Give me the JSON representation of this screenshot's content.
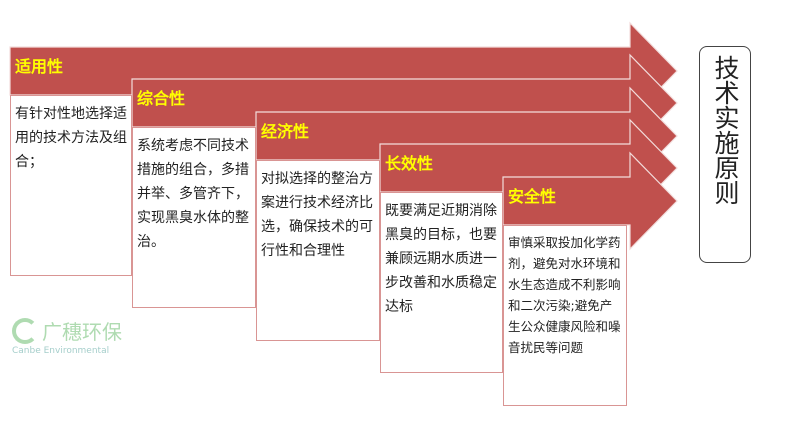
{
  "colors": {
    "arrow": "#c0504d",
    "header_text": "#ffff00",
    "box_border": "#d99594"
  },
  "title": "技术实施原则",
  "principles": [
    {
      "label": "适用性",
      "text": "有针对性地选择适用的技术方法及组合；"
    },
    {
      "label": "综合性",
      "text": "系统考虑不同技术措施的组合，多措并举、多管齐下，实现黑臭水体的整治。"
    },
    {
      "label": "经济性",
      "text": "对拟选择的整治方案进行技术经济比选，确保技术的可行性和合理性"
    },
    {
      "label": "长效性",
      "text": "既要满足近期消除黑臭的目标，也要兼顾远期水质进一步改善和水质稳定达标"
    },
    {
      "label": "安全性",
      "text": "审慎采取投加化学药剂，避免对水环境和水生态造成不利影响和二次污染;避免产生公众健康风险和噪音扰民等问题"
    }
  ],
  "watermark": {
    "cn": "广穗环保",
    "en": "Canbe Environmental"
  }
}
